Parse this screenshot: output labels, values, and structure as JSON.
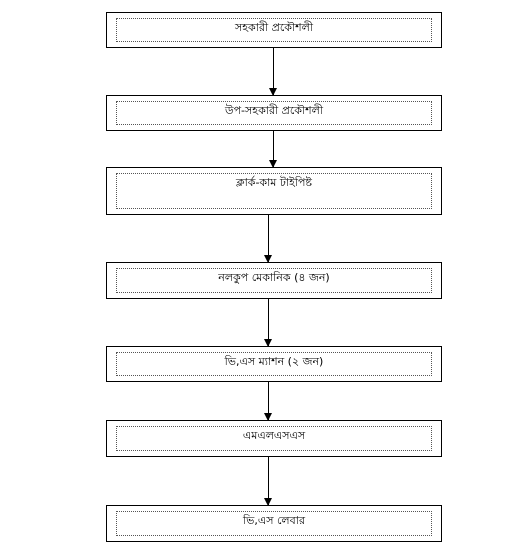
{
  "flowchart": {
    "nodes": [
      {
        "id": "assistant-engineer",
        "label": "সহকারী প্রকৌশলী"
      },
      {
        "id": "sub-assistant-engineer",
        "label": "উপ-সহকারী  প্রকৌশলী"
      },
      {
        "id": "clerk-typist",
        "label": "ক্লার্ক-কাম টাইপিষ্ট"
      },
      {
        "id": "tubewell-mechanic",
        "label": "নলকুপ মেকানিক (৪ জন)"
      },
      {
        "id": "vs-mason",
        "label": "ভি,এস ম্যাশন (২ জন)"
      },
      {
        "id": "mlss",
        "label": "এমএলএসএস"
      },
      {
        "id": "vs-labour",
        "label": "ভি,এস লেবার"
      }
    ],
    "edges": [
      {
        "from": "assistant-engineer",
        "to": "sub-assistant-engineer"
      },
      {
        "from": "sub-assistant-engineer",
        "to": "clerk-typist"
      },
      {
        "from": "clerk-typist",
        "to": "tubewell-mechanic"
      },
      {
        "from": "tubewell-mechanic",
        "to": "vs-mason"
      },
      {
        "from": "vs-mason",
        "to": "mlss"
      },
      {
        "from": "mlss",
        "to": "vs-labour"
      }
    ]
  }
}
